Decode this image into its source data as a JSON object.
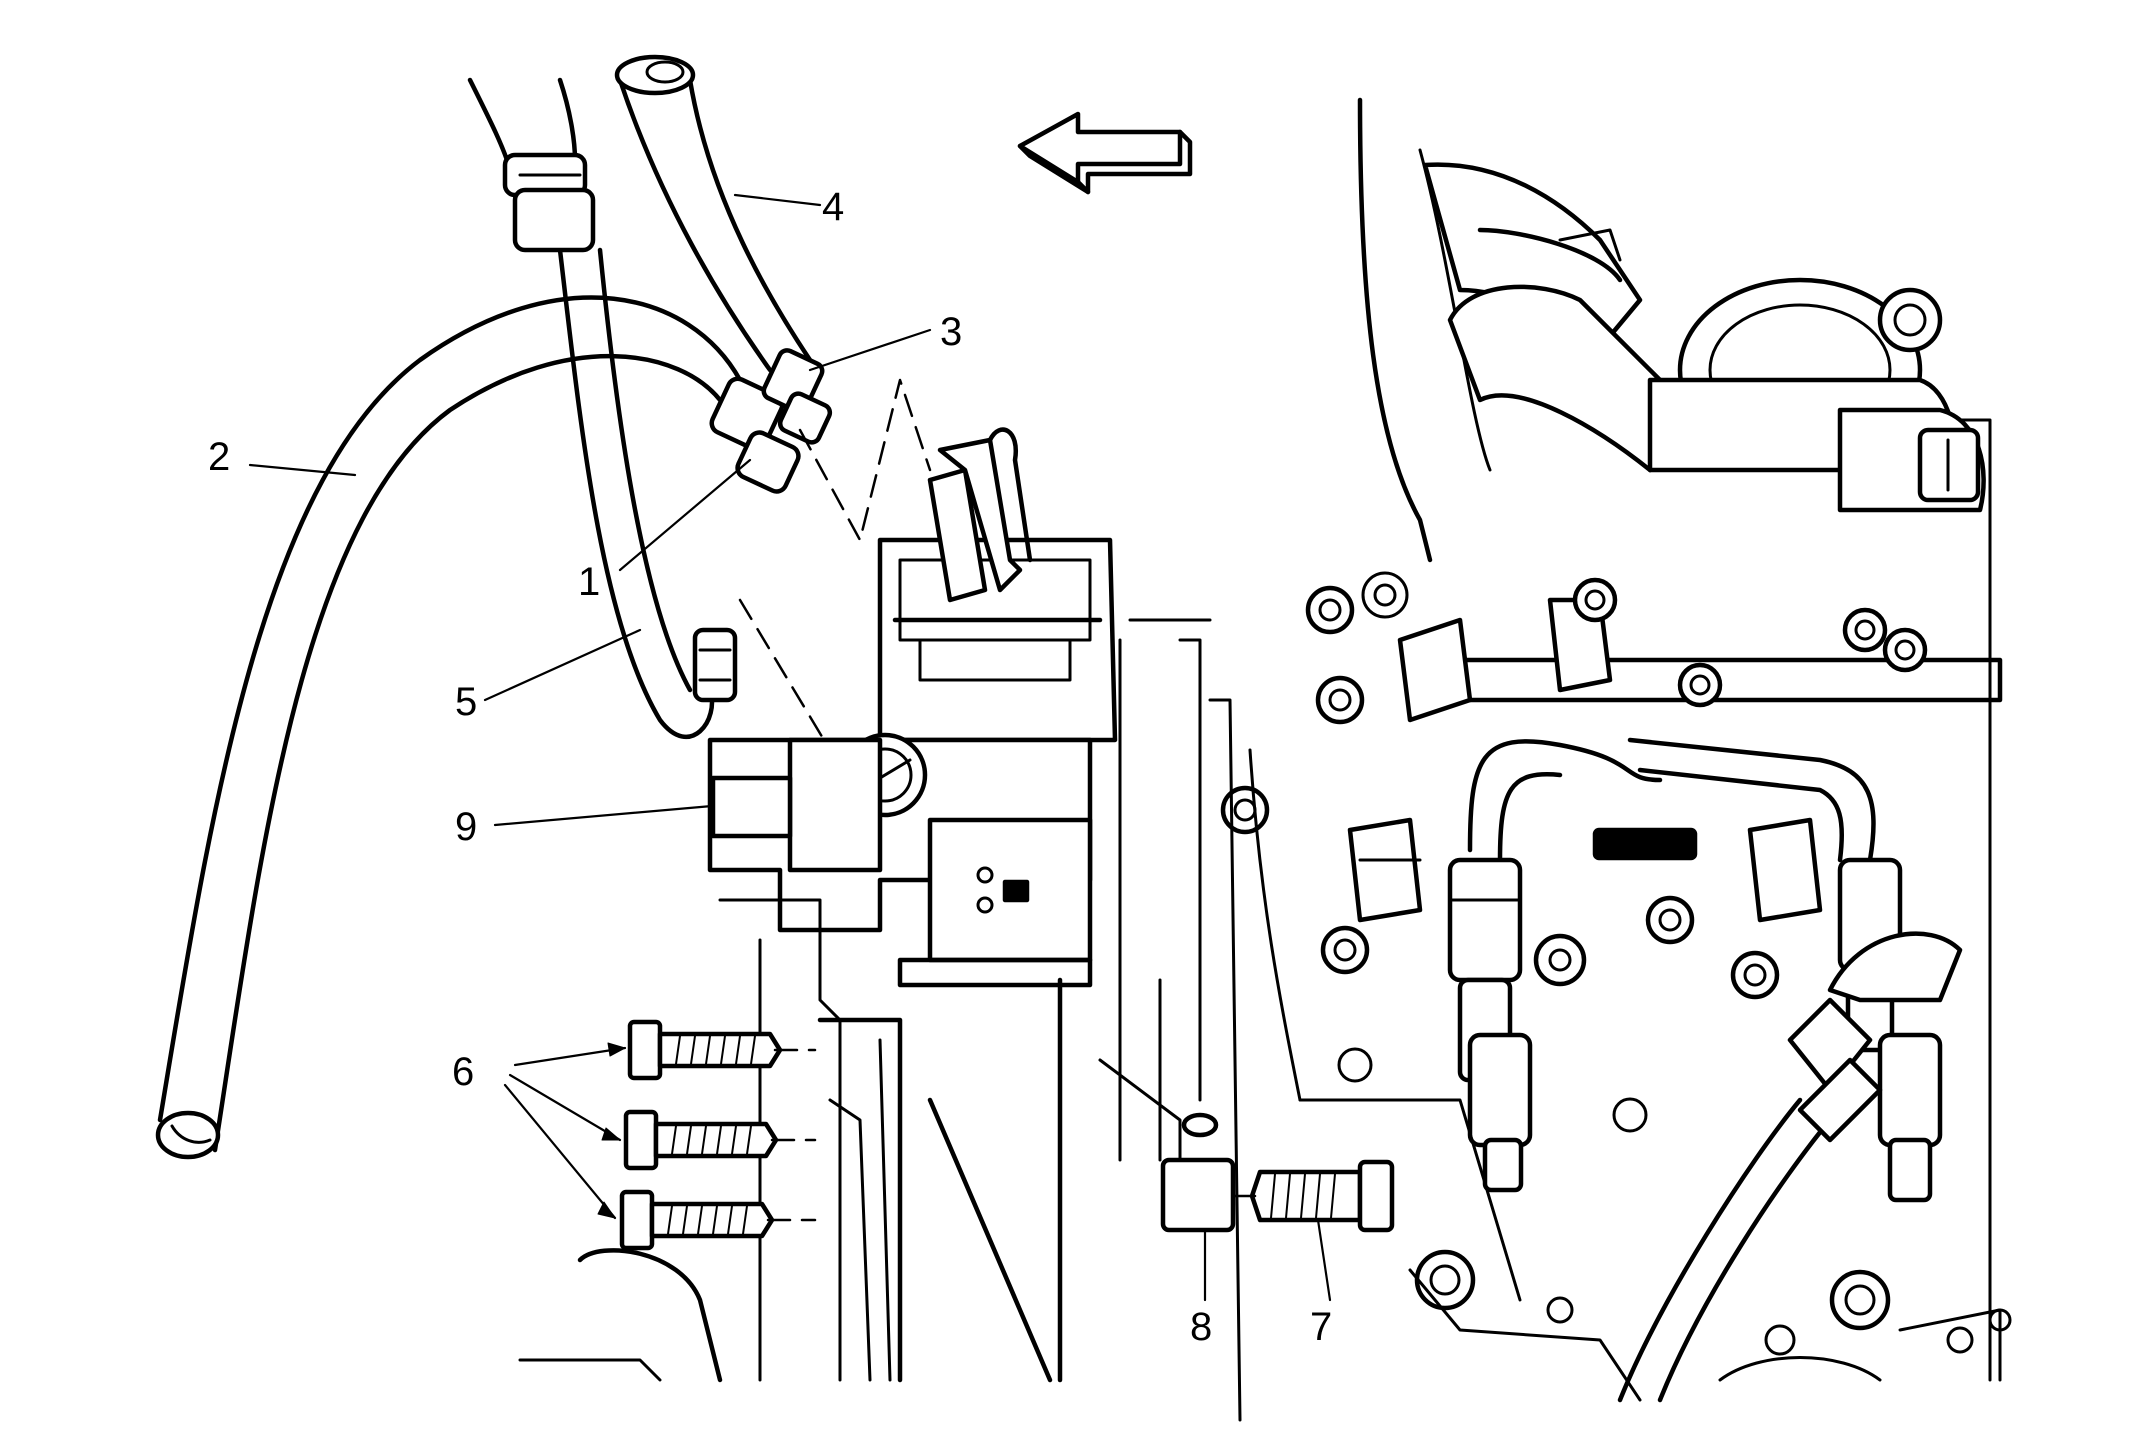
{
  "diagram": {
    "callouts": [
      {
        "id": "c1",
        "label": "1"
      },
      {
        "id": "c2",
        "label": "2"
      },
      {
        "id": "c3",
        "label": "3"
      },
      {
        "id": "c4",
        "label": "4"
      },
      {
        "id": "c5",
        "label": "5"
      },
      {
        "id": "c6",
        "label": "6"
      },
      {
        "id": "c7",
        "label": "7"
      },
      {
        "id": "c8",
        "label": "8"
      },
      {
        "id": "c9",
        "label": "9"
      }
    ],
    "direction_arrow": "arrow-left-icon"
  }
}
